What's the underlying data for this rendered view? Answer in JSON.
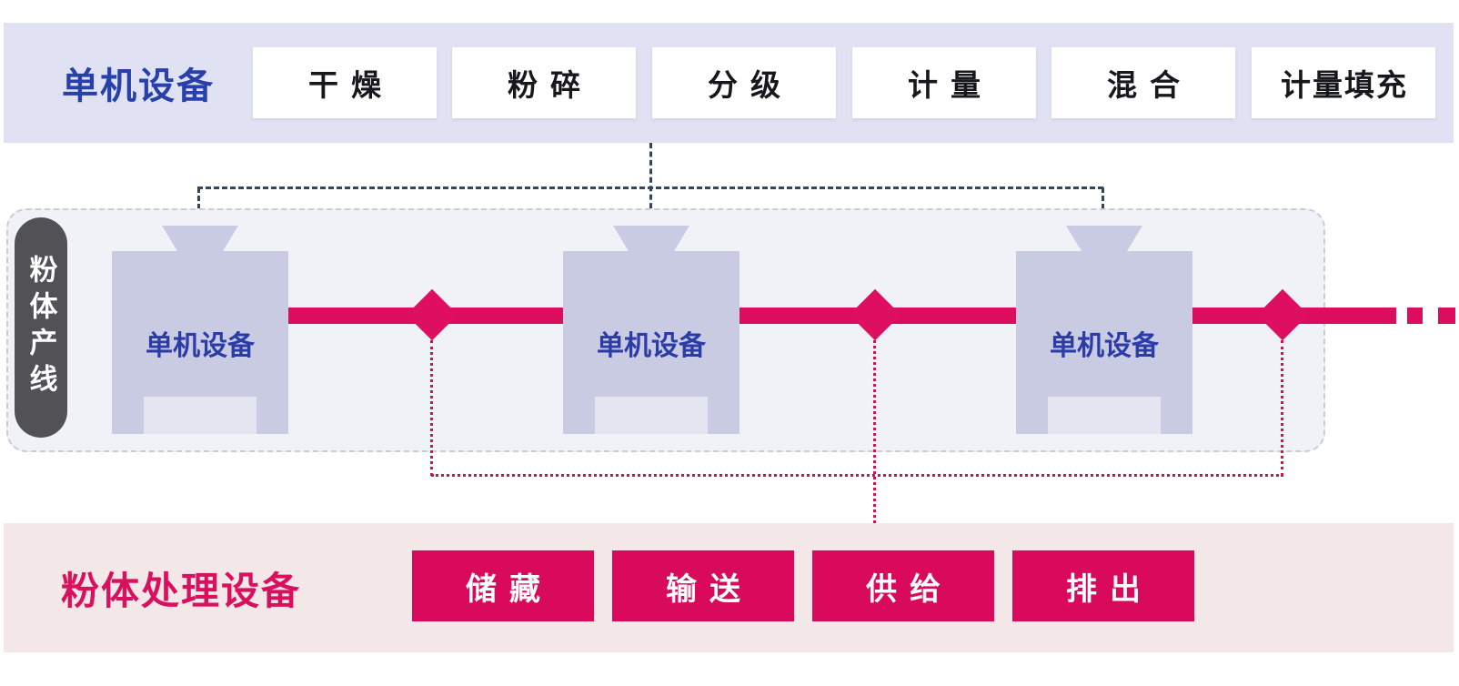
{
  "top_bar": {
    "label": "单机设备",
    "items": [
      "干燥",
      "粉碎",
      "分级",
      "计量",
      "混合",
      "计量填充"
    ]
  },
  "production_line": {
    "side_label": "粉体产线",
    "machines": [
      "单机设备",
      "单机设备",
      "单机设备"
    ]
  },
  "bottom_bar": {
    "label": "粉体处理设备",
    "items": [
      "储藏",
      "输送",
      "供给",
      "排出"
    ]
  },
  "colors": {
    "top_bar_bg": "#e0e2f4",
    "accent_blue": "#2740ac",
    "machine_fill": "#c8cbe2",
    "machine_notch": "#e4e5f0",
    "container_bg": "#f1f2f7",
    "container_border": "#c9cbd6",
    "pill_bg": "#515156",
    "accent_crimson": "#dc0c5f",
    "bottom_bar_bg": "#f4e7e8",
    "bottom_label": "#d8105e",
    "blue_connector": "#31455c",
    "red_connector": "#c5184f"
  }
}
